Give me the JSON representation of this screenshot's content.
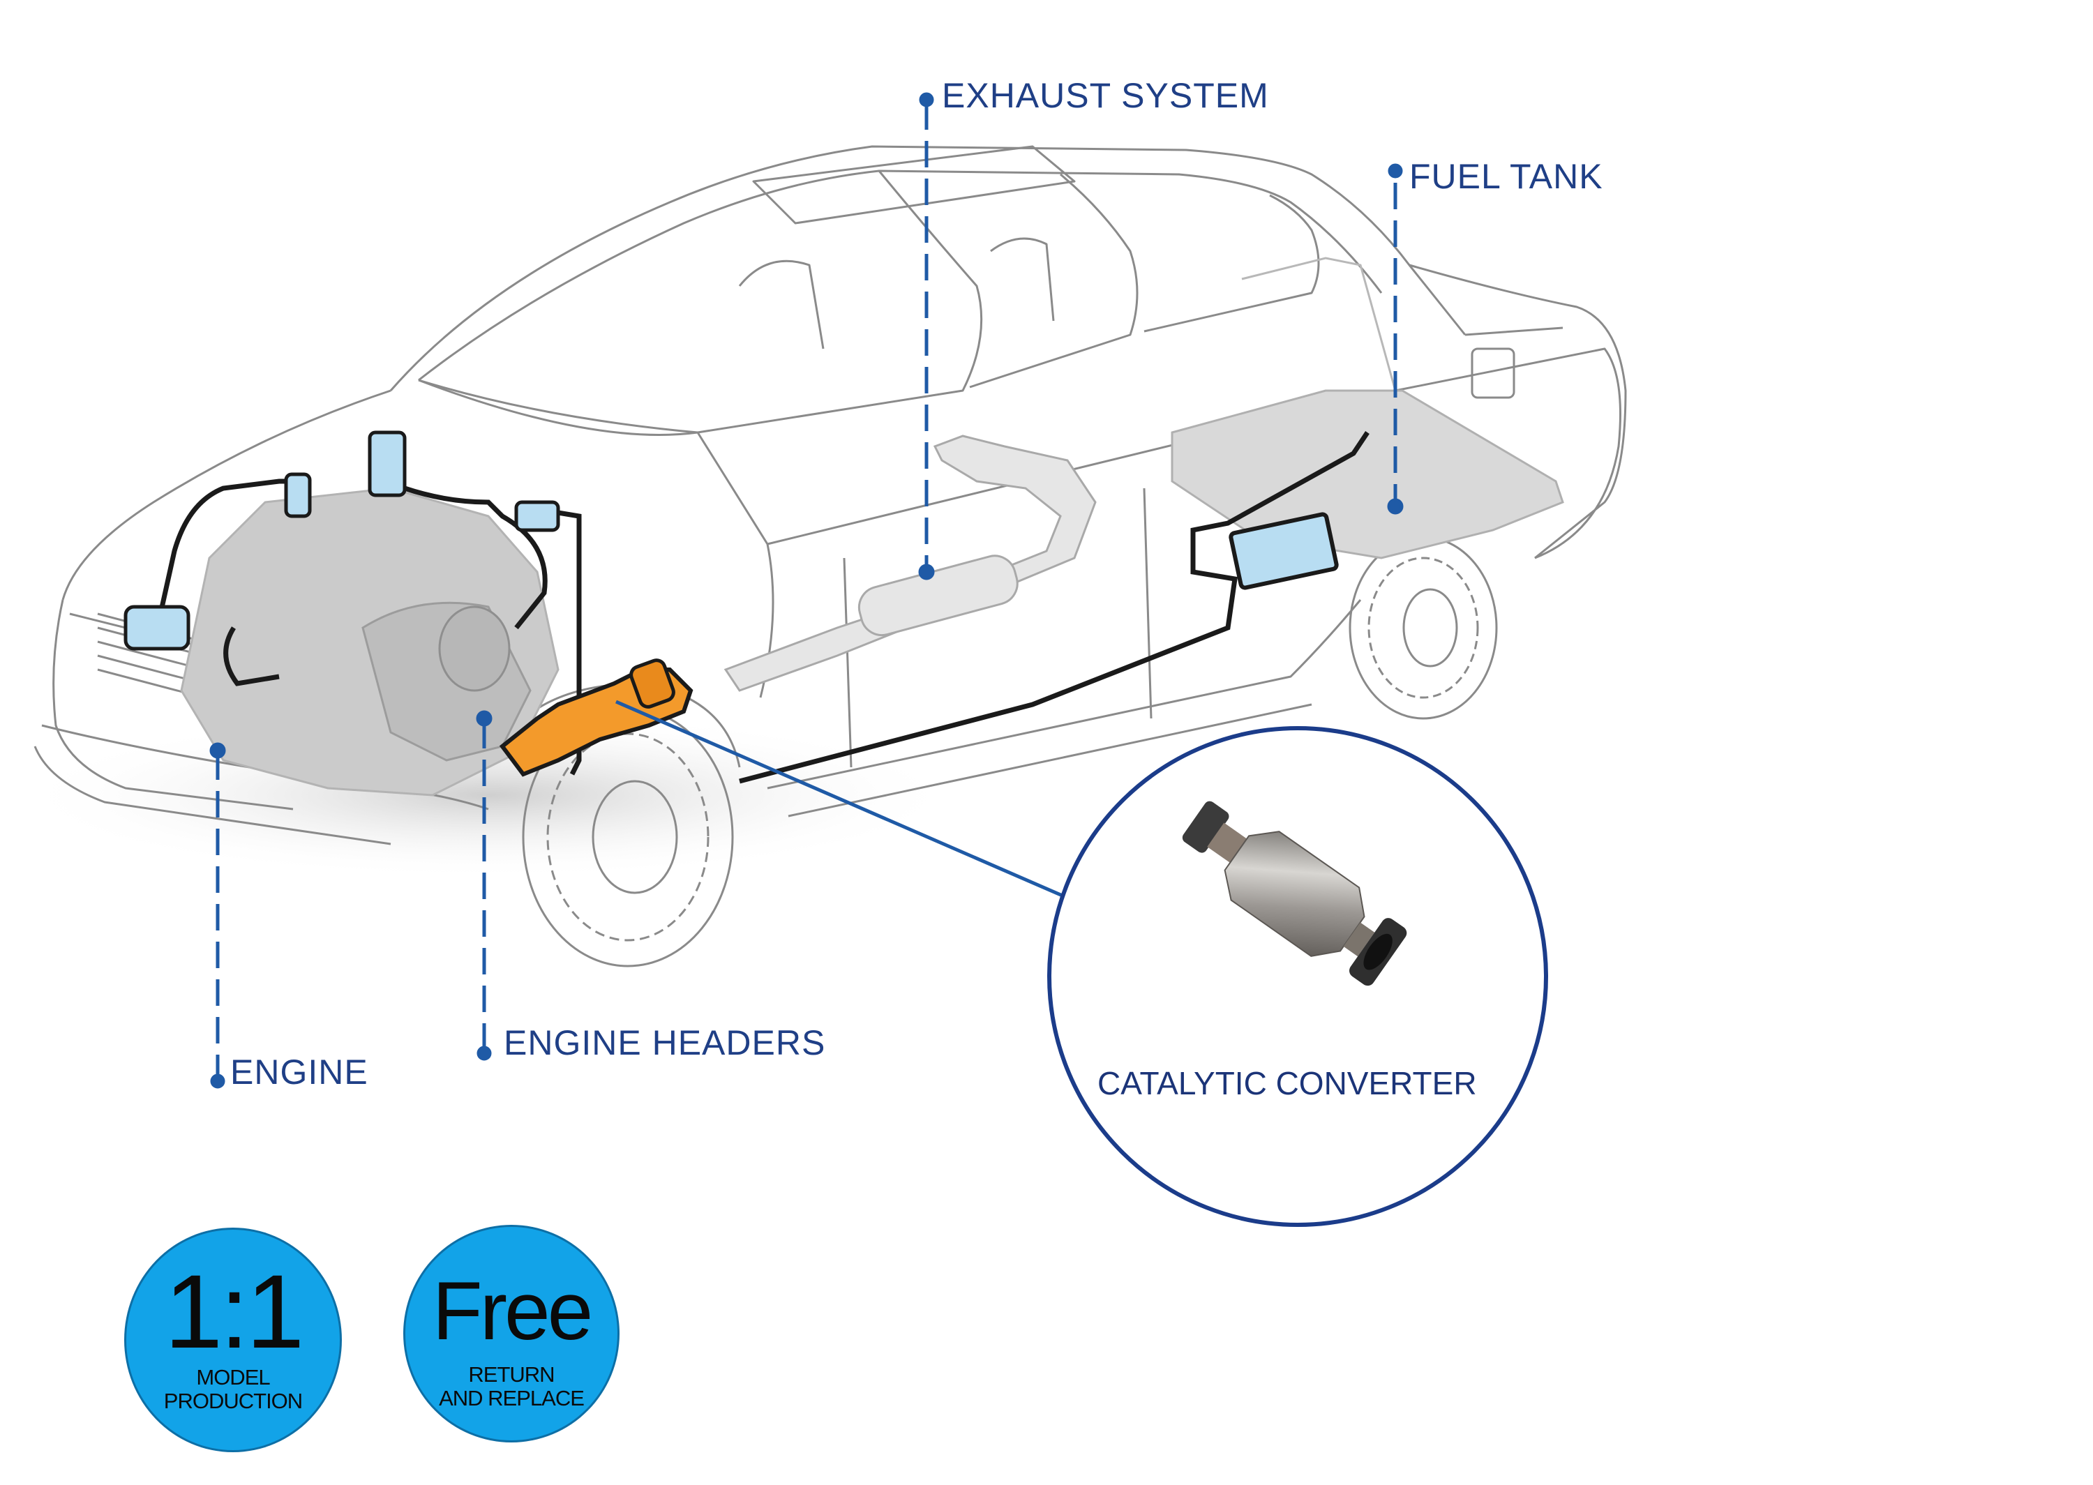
{
  "diagram": {
    "title": "Car exhaust system component diagram",
    "colors": {
      "label_text": "#1f3f86",
      "leader_line": "#1f5aa6",
      "highlight_part": "#f39a2b",
      "accessory_parts": "#b8ddf2",
      "engine_block": "#c9c9c9",
      "badge_fill": "#12a3e8",
      "callout_circle": "#1b3c8a"
    },
    "labels": [
      {
        "id": "exhaust-system",
        "text": "EXHAUST SYSTEM"
      },
      {
        "id": "fuel-tank",
        "text": "FUEL TANK"
      },
      {
        "id": "engine",
        "text": "ENGINE"
      },
      {
        "id": "engine-headers",
        "text": "ENGINE HEADERS"
      }
    ],
    "callout": {
      "title": "CATALYTIC CONVERTER",
      "highlighted_part": "catalytic converter"
    }
  },
  "badges": [
    {
      "headline": "1:1",
      "line1": "MODEL",
      "line2": "PRODUCTION"
    },
    {
      "headline": "Free",
      "line1": "RETURN",
      "line2": "AND REPLACE"
    }
  ]
}
